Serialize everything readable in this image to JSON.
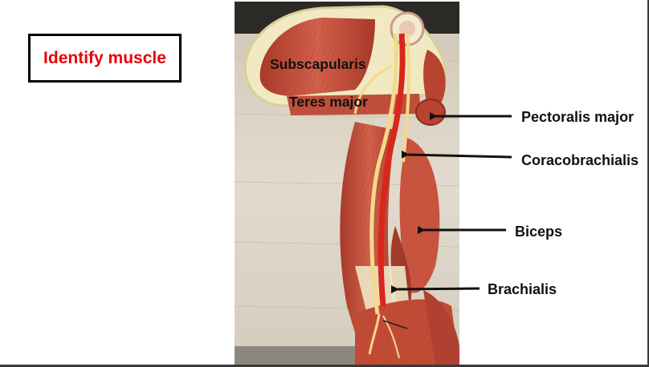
{
  "slide": {
    "title": "Identify muscle",
    "title_color": "#e8000b",
    "image_subject": "anatomical arm muscle model"
  },
  "labels": {
    "subscapularis": "Subscapularis",
    "teres_major": "Teres major",
    "pectoralis_major": "Pectoralis major",
    "coracobrachialis": "Coracobrachialis",
    "biceps": "Biceps",
    "brachialis": "Brachialis"
  },
  "colors": {
    "muscle": "#c8503c",
    "muscle_dark": "#9e3526",
    "tendon": "#ede6c6",
    "nerve": "#f3d98a",
    "artery": "#d8261a",
    "board": "#ddd6c8"
  }
}
